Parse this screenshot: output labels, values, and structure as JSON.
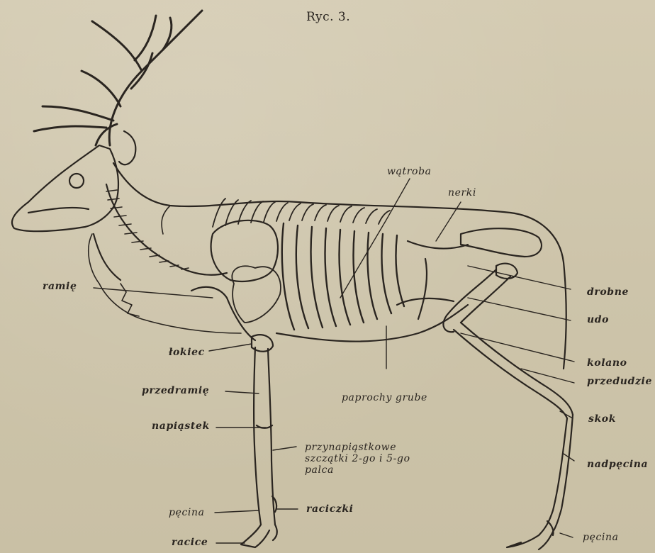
{
  "caption": "Ryc. 3.",
  "labels": {
    "watroba": "wątroba",
    "nerki": "nerki",
    "ramie": "ramię",
    "drobne": "drobne",
    "udo": "udo",
    "lokiec": "łokiec",
    "kolano": "kolano",
    "przedudzie": "przedudzie",
    "przedramie": "przedramię",
    "paprochy_grube": "paprochy grube",
    "skok": "skok",
    "napiastek": "napiąstek",
    "przynapiastkowe": "przynapiąstkowe\nszczątki 2-go i 5-go\npalca",
    "nadpecina": "nadpęcina",
    "raciczki": "raciczki",
    "pecina_front": "pęcina",
    "racice": "racice",
    "pecina_hind": "pęcina"
  }
}
